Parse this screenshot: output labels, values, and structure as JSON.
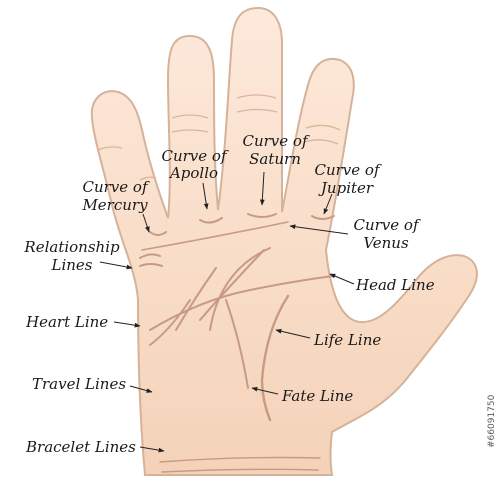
{
  "labels": {
    "curve_of_mercury": [
      "Curve of",
      "Mercury"
    ],
    "curve_of_apollo": [
      "Curve of",
      "Apollo"
    ],
    "curve_of_saturn": [
      "Curve of",
      "Saturn"
    ],
    "curve_of_jupiter": [
      "Curve of",
      "Jupiter"
    ],
    "curve_of_venus": [
      "Curve of",
      "Venus"
    ],
    "relationship_lines": [
      "Relationship",
      "Lines"
    ],
    "head_line": "Head Line",
    "heart_line": "Heart Line",
    "life_line": "Life Line",
    "travel_lines": "Travel Lines",
    "fate_line": "Fate Line",
    "bracelet_lines": "Bracelet Lines"
  },
  "watermark": "#66091750",
  "colors": {
    "skin_light": "#fbe6d6",
    "skin_mid": "#f6d7bf",
    "skin_outline": "#d9b59c",
    "palm_line": "#c89a84",
    "leader": "#222222"
  }
}
